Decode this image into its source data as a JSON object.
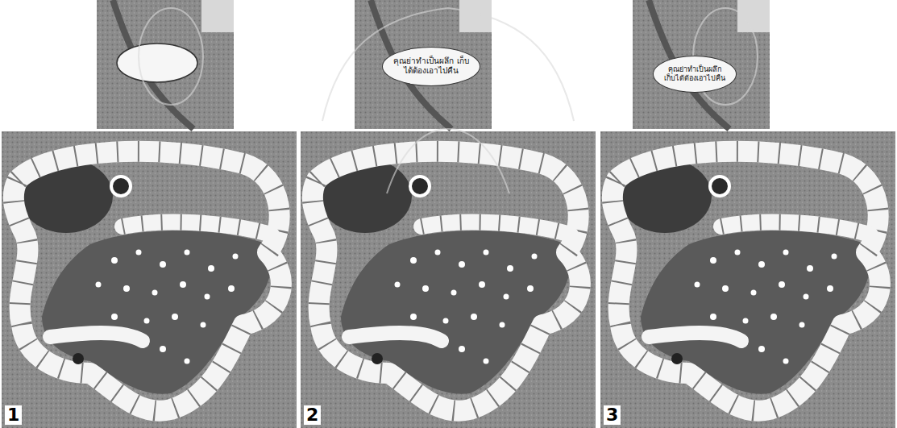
{
  "diagram": {
    "nodes": [
      {
        "text": [
          "คุณย่าทำเป็นผลึก เก็บได้ต้องเอาไปคืน"
        ]
      },
      {
        "text": [
          "คุณย่าทำเป็นผลึก เก็บได้ต้องเอาไปคืน"
        ]
      }
    ],
    "labels": [
      "1",
      "2",
      "3"
    ]
  }
}
